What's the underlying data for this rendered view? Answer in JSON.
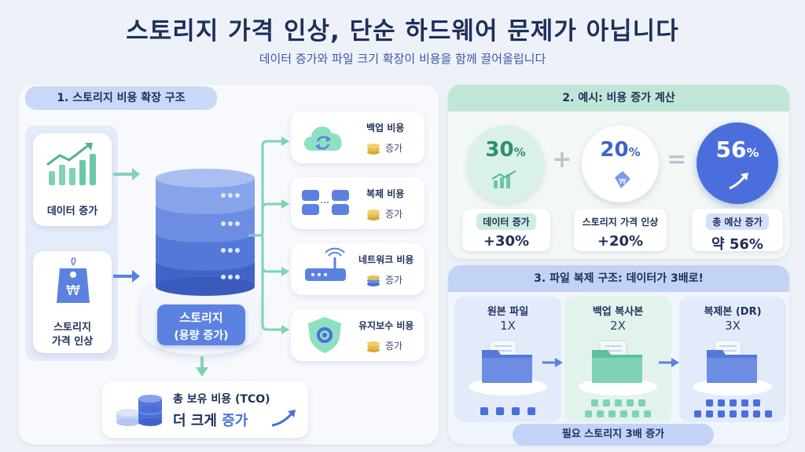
{
  "header": {
    "title": "스토리지 가격 인상, 단순 하드웨어 문제가 아닙니다",
    "subtitle": "데이터 증가와 파일 크기 확장이 비용을 함께 끌어올립니다"
  },
  "section1": {
    "title": "1. 스토리지 비용 확장 구조",
    "inputs": [
      {
        "label": "데이터 증가",
        "icon": "chart-growth-icon"
      },
      {
        "label_line1": "스토리지",
        "label_line2": "가격 인상",
        "icon": "price-tag-icon"
      }
    ],
    "center_label_line1": "스토리지",
    "center_label_line2": "(용량 증가)",
    "costs": [
      {
        "label": "백업 비용",
        "badge": "증가",
        "icon": "cloud-sync-icon"
      },
      {
        "label": "복제 비용",
        "badge": "증가",
        "icon": "server-replication-icon"
      },
      {
        "label": "네트워크 비용",
        "badge": "증가",
        "icon": "router-icon"
      },
      {
        "label": "유지보수 비용",
        "badge": "증가",
        "icon": "shield-gear-icon"
      }
    ],
    "tco_title": "총 보유 비용 (TCO)",
    "tco_prefix": "더 크게 ",
    "tco_emph": "증가"
  },
  "section2": {
    "title": "2. 예시: 비용 증가 계산",
    "operators": [
      "+",
      "="
    ],
    "items": [
      {
        "value": "30",
        "unit": "%",
        "head": "데이터 증가",
        "result": "+30%",
        "icon": "chart-growth-icon"
      },
      {
        "value": "20",
        "unit": "%",
        "head": "스토리지 가격 인상",
        "result": "+20%",
        "icon": "price-tag-icon"
      },
      {
        "value": "56",
        "unit": "%",
        "head": "총 예산 증가",
        "result": "약 56%",
        "icon": "arrow-up-icon"
      }
    ]
  },
  "section3": {
    "title": "3. 파일 복제 구조: 데이터가 3배로!",
    "columns": [
      {
        "title": "원본 파일",
        "mult": "1X"
      },
      {
        "title": "백업 복사본",
        "mult": "2X"
      },
      {
        "title": "복제본 (DR)",
        "mult": "3X"
      }
    ],
    "footer": "필요 스토리지 3배 증가"
  },
  "colors": {
    "blue": "#4a6fdc",
    "light_blue": "#cfdcf7",
    "green": "#7fd3b4",
    "light_green": "#d3efe4",
    "navy": "#1e2f5c"
  }
}
